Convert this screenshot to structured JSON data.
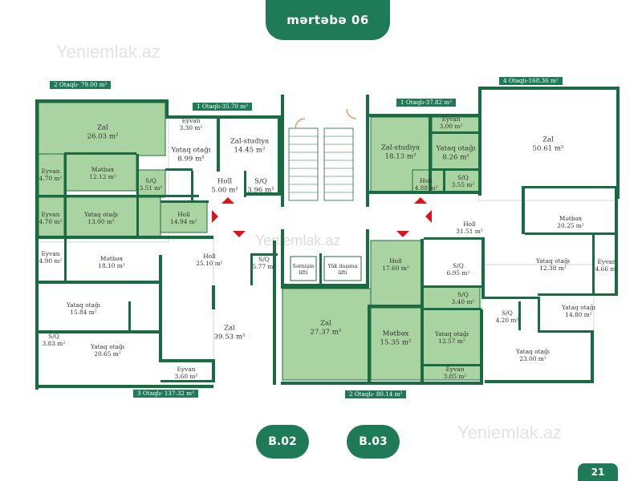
{
  "floor_title": "mərtəbə 06",
  "watermarks": [
    "Yeniemlak.az",
    "Yeniemlak.az",
    "Yeniemlak.az"
  ],
  "page_number": "21",
  "blocks": [
    "B.02",
    "B.03"
  ],
  "colors": {
    "accent": "#1e7a57",
    "room_fill": "#a9d3a0",
    "wall": "#1b6b42",
    "arrow": "#d9151b"
  },
  "apartment_tags": [
    {
      "label": "2 Otaqlı-",
      "area": "79.00"
    },
    {
      "label": "1 Otaqlı-35.70",
      "area": ""
    },
    {
      "label": "1 Otaqlı-37.82",
      "area": ""
    },
    {
      "label": "4 Otaqlı-168.36",
      "area": ""
    },
    {
      "label": "3 Otaqlı-",
      "area": "137.32"
    },
    {
      "label": "2 Otaqlı-",
      "area": "80.14"
    }
  ],
  "rooms": [
    {
      "name": "Zal",
      "area": "26.03"
    },
    {
      "name": "Eyvan",
      "area": "4.70"
    },
    {
      "name": "Mətbəx",
      "area": "12.12"
    },
    {
      "name": "Eyvan",
      "area": "4.70"
    },
    {
      "name": "Yataq otağı",
      "area": "13.00"
    },
    {
      "name": "S/Q",
      "area": "3.51"
    },
    {
      "name": "Holl",
      "area": "14.94"
    },
    {
      "name": "Eyvan",
      "area": "3.30"
    },
    {
      "name": "Yataq otağı",
      "area": "8.99"
    },
    {
      "name": "Zal-studiya",
      "area": "14.45"
    },
    {
      "name": "Holl",
      "area": "5.00"
    },
    {
      "name": "S/Q",
      "area": "3.96"
    },
    {
      "name": "Eyvan",
      "area": "3.00"
    },
    {
      "name": "Zal-studiya",
      "area": "18.13"
    },
    {
      "name": "Yataq otağı",
      "area": "8.26"
    },
    {
      "name": "Holl",
      "area": "4.88"
    },
    {
      "name": "S/Q",
      "area": "3.55"
    },
    {
      "name": "Zal",
      "area": "50.61"
    },
    {
      "name": "Holl",
      "area": "31.51"
    },
    {
      "name": "Mətbəx",
      "area": "20.25"
    },
    {
      "name": "Yataq otağı",
      "area": "12.38"
    },
    {
      "name": "Eyvan",
      "area": "4.66"
    },
    {
      "name": "S/Q",
      "area": "6.95"
    },
    {
      "name": "S/Q",
      "area": "3.40"
    },
    {
      "name": "S/Q",
      "area": "4.20"
    },
    {
      "name": "Yataq otağı",
      "area": "14.80"
    },
    {
      "name": "Yataq otağı",
      "area": "23.00"
    },
    {
      "name": "Eyvan",
      "area": "4.90"
    },
    {
      "name": "Mətbəx",
      "area": "18.10"
    },
    {
      "name": "Holl",
      "area": "25.10"
    },
    {
      "name": "S/Q",
      "area": "5.77"
    },
    {
      "name": "Yataq otağı",
      "area": "15.84"
    },
    {
      "name": "S/Q",
      "area": "3.83"
    },
    {
      "name": "Yataq otağı",
      "area": "20.65"
    },
    {
      "name": "Zal",
      "area": "39.53"
    },
    {
      "name": "Eyvan",
      "area": "3.60"
    },
    {
      "name": "Zal",
      "area": "27.37"
    },
    {
      "name": "Mətbəx",
      "area": "15.35"
    },
    {
      "name": "Yataq otağı",
      "area": "12.57"
    },
    {
      "name": "Eyvan",
      "area": "3.85"
    },
    {
      "name": "Holl",
      "area": "17.60"
    },
    {
      "name": "Sərnişin",
      "area": "lifti"
    },
    {
      "name": "Yük daşıma",
      "area": "lifti"
    }
  ]
}
